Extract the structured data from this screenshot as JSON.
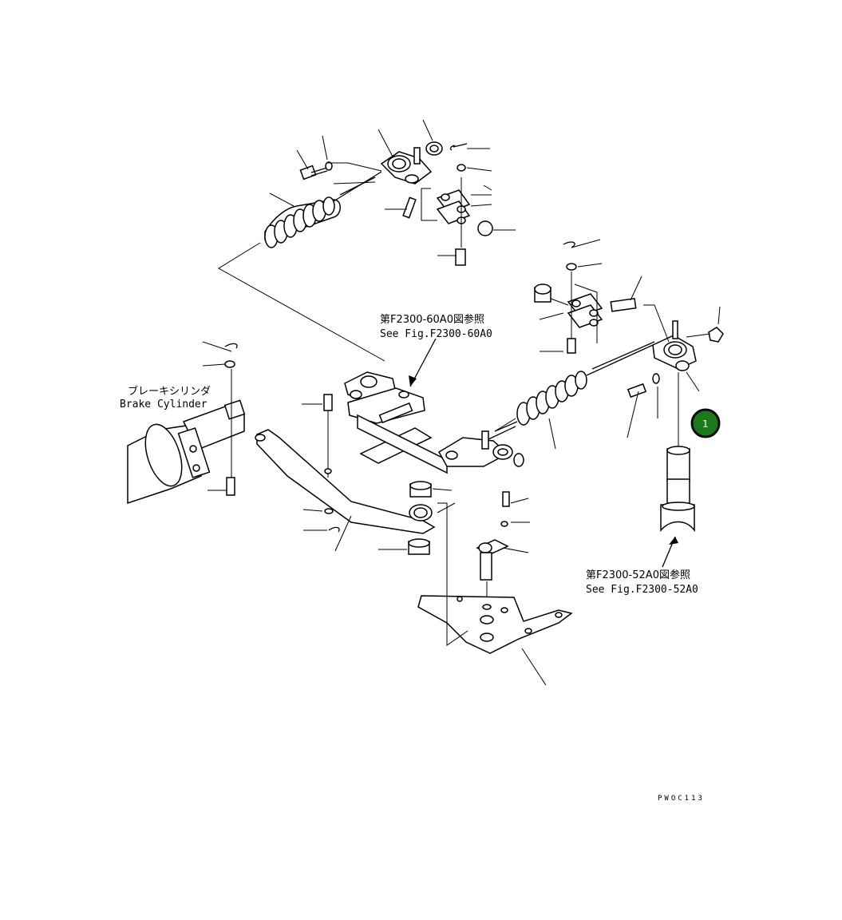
{
  "labels": {
    "ref_60a0_jp": "第F2300-60A0図参照",
    "ref_60a0_en": "See Fig.F2300-60A0",
    "brake_cylinder_jp": "ブレーキシリンダ",
    "brake_cylinder_en": "Brake Cylinder",
    "ref_52a0_jp": "第F2300-52A0図参照",
    "ref_52a0_en": "See Fig.F2300-52A0",
    "drawing_code": "PWOC113"
  },
  "callout": {
    "number": "1",
    "color": "#1a7a1a"
  }
}
